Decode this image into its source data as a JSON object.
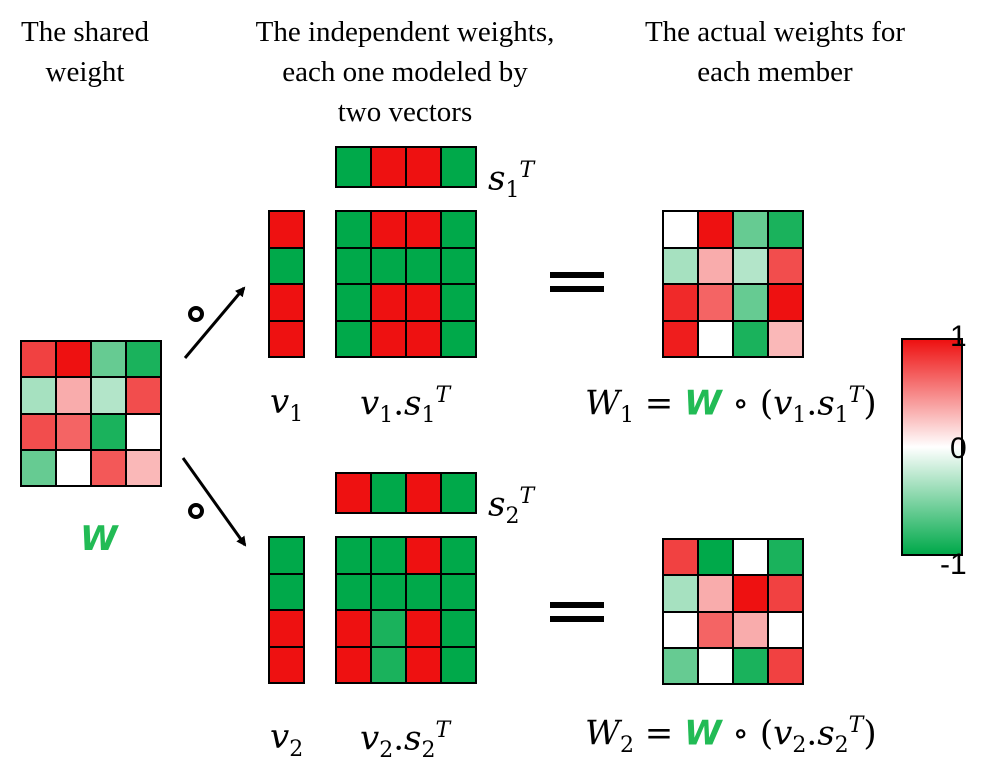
{
  "captions": {
    "shared": "The shared\nweight",
    "independent": "The independent weights,\neach one modeled by\ntwo vectors",
    "actual": "The actual weights for\neach member"
  },
  "labels": {
    "W_bold": "W",
    "v": "v",
    "s": "s",
    "T": "T",
    "dot": ".",
    "W": "W",
    "eq": "=",
    "hadamard": "∘",
    "lparen": "(",
    "rparen": ")",
    "idx1": "1",
    "idx2": "2"
  },
  "colorbar": {
    "max": "1",
    "mid": "0",
    "min": "-1"
  },
  "colors": {
    "red": "#ee1111",
    "green": "#00a94a",
    "accent": "#22bb55"
  },
  "matrices": {
    "W": [
      [
        0.8,
        1.0,
        -0.6,
        -0.9
      ],
      [
        -0.35,
        0.35,
        -0.3,
        0.75
      ],
      [
        0.75,
        0.65,
        -0.9,
        0.0
      ],
      [
        -0.6,
        0.0,
        0.7,
        0.3
      ]
    ],
    "s1T": [
      [
        -1,
        1,
        1,
        -1
      ]
    ],
    "v1": [
      [
        1
      ],
      [
        -1
      ],
      [
        1
      ],
      [
        1
      ]
    ],
    "v1s1T": [
      [
        -1,
        1,
        1,
        -1
      ],
      [
        -1,
        -1,
        -1,
        -1
      ],
      [
        -1,
        1,
        1,
        -1
      ],
      [
        -1,
        1,
        1,
        -1
      ]
    ],
    "W1": [
      [
        0.0,
        1.0,
        -0.6,
        -0.9
      ],
      [
        -0.35,
        0.35,
        -0.3,
        0.75
      ],
      [
        0.9,
        0.65,
        -0.6,
        1.0
      ],
      [
        0.95,
        0.0,
        -0.9,
        0.3
      ]
    ],
    "s2T": [
      [
        1,
        -1,
        1,
        -1
      ]
    ],
    "v2": [
      [
        -1
      ],
      [
        -1
      ],
      [
        1
      ],
      [
        1
      ]
    ],
    "v2s2T": [
      [
        -1,
        -1,
        1,
        -1
      ],
      [
        -1,
        -1,
        -1,
        -1
      ],
      [
        1,
        -0.9,
        1,
        -1
      ],
      [
        1,
        -0.9,
        1,
        -1
      ]
    ],
    "W2": [
      [
        0.8,
        -1.0,
        0.0,
        -0.9
      ],
      [
        -0.35,
        0.35,
        1.0,
        0.8
      ],
      [
        0.0,
        0.65,
        0.35,
        0.0
      ],
      [
        -0.6,
        0.0,
        -0.9,
        0.8
      ]
    ]
  }
}
